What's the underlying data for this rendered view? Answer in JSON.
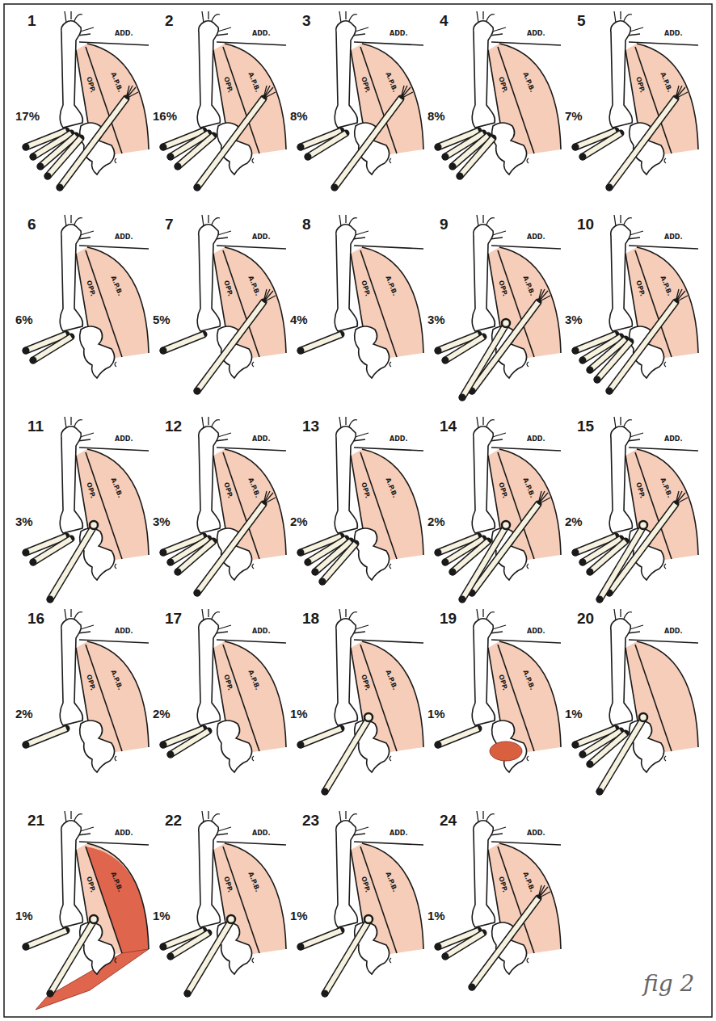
{
  "diagram": {
    "labels": [
      "1",
      "ADD.",
      "A.P.B.",
      "OPP.",
      "17%",
      "2",
      "ADD.",
      "A.P.B.",
      "OPP.",
      "16%",
      "3",
      "ADD.",
      "A.P.B.",
      "OPP.",
      "8%",
      "4",
      "ADD.",
      "A.P.B.",
      "OPP.",
      "8%",
      "5",
      "ADD.",
      "A.P.B.",
      "OPP.",
      "7%",
      "6",
      "ADD.",
      "A.P.B.",
      "OPP.",
      "6%",
      "7",
      "ADD.",
      "A.P.B.",
      "OPP.",
      "5%",
      "8",
      "A.P.B.",
      "OPP.",
      "4%",
      "9",
      "ADD.",
      "A.P.B.",
      "OPP.",
      "3%",
      "10",
      "ADD.",
      "A.P.B.",
      "OPP.",
      "3%",
      "11",
      "ADD.",
      "A.P.B.",
      "OPP.",
      "3%",
      "12",
      "ADD.",
      "A.P.B.",
      "OPP.",
      "3%",
      "13",
      "ADD.",
      "A.P.B.",
      "OPP.",
      "2%",
      "14",
      "ADD.",
      "A.P.B.",
      "OPP.",
      "2%",
      "15",
      "ADD.",
      "A.P.B.",
      "OPP.",
      "2%",
      "16",
      "ADD.",
      "A.P.B.",
      "OPP.",
      "2%",
      "17",
      "ADD.",
      "A.P.B.",
      "OPP.",
      "2%",
      "18",
      "A.P.B.",
      "OPP.",
      "1%",
      "19",
      "ADD.",
      "A.P.B.",
      "OPP.",
      "1%",
      "20",
      "ADD.",
      "1%",
      "21",
      "ADD.",
      "A.P.B.",
      "OPP.",
      "1%",
      "22",
      "ADD.",
      "A.P.B.",
      "OPP.",
      "1%",
      "23",
      "ADD.",
      "A.P.B.",
      "OPP.",
      "1%",
      "24",
      "ADD.",
      "A.P.B.",
      "OPP.",
      "1%",
      "fig 2"
    ]
  }
}
